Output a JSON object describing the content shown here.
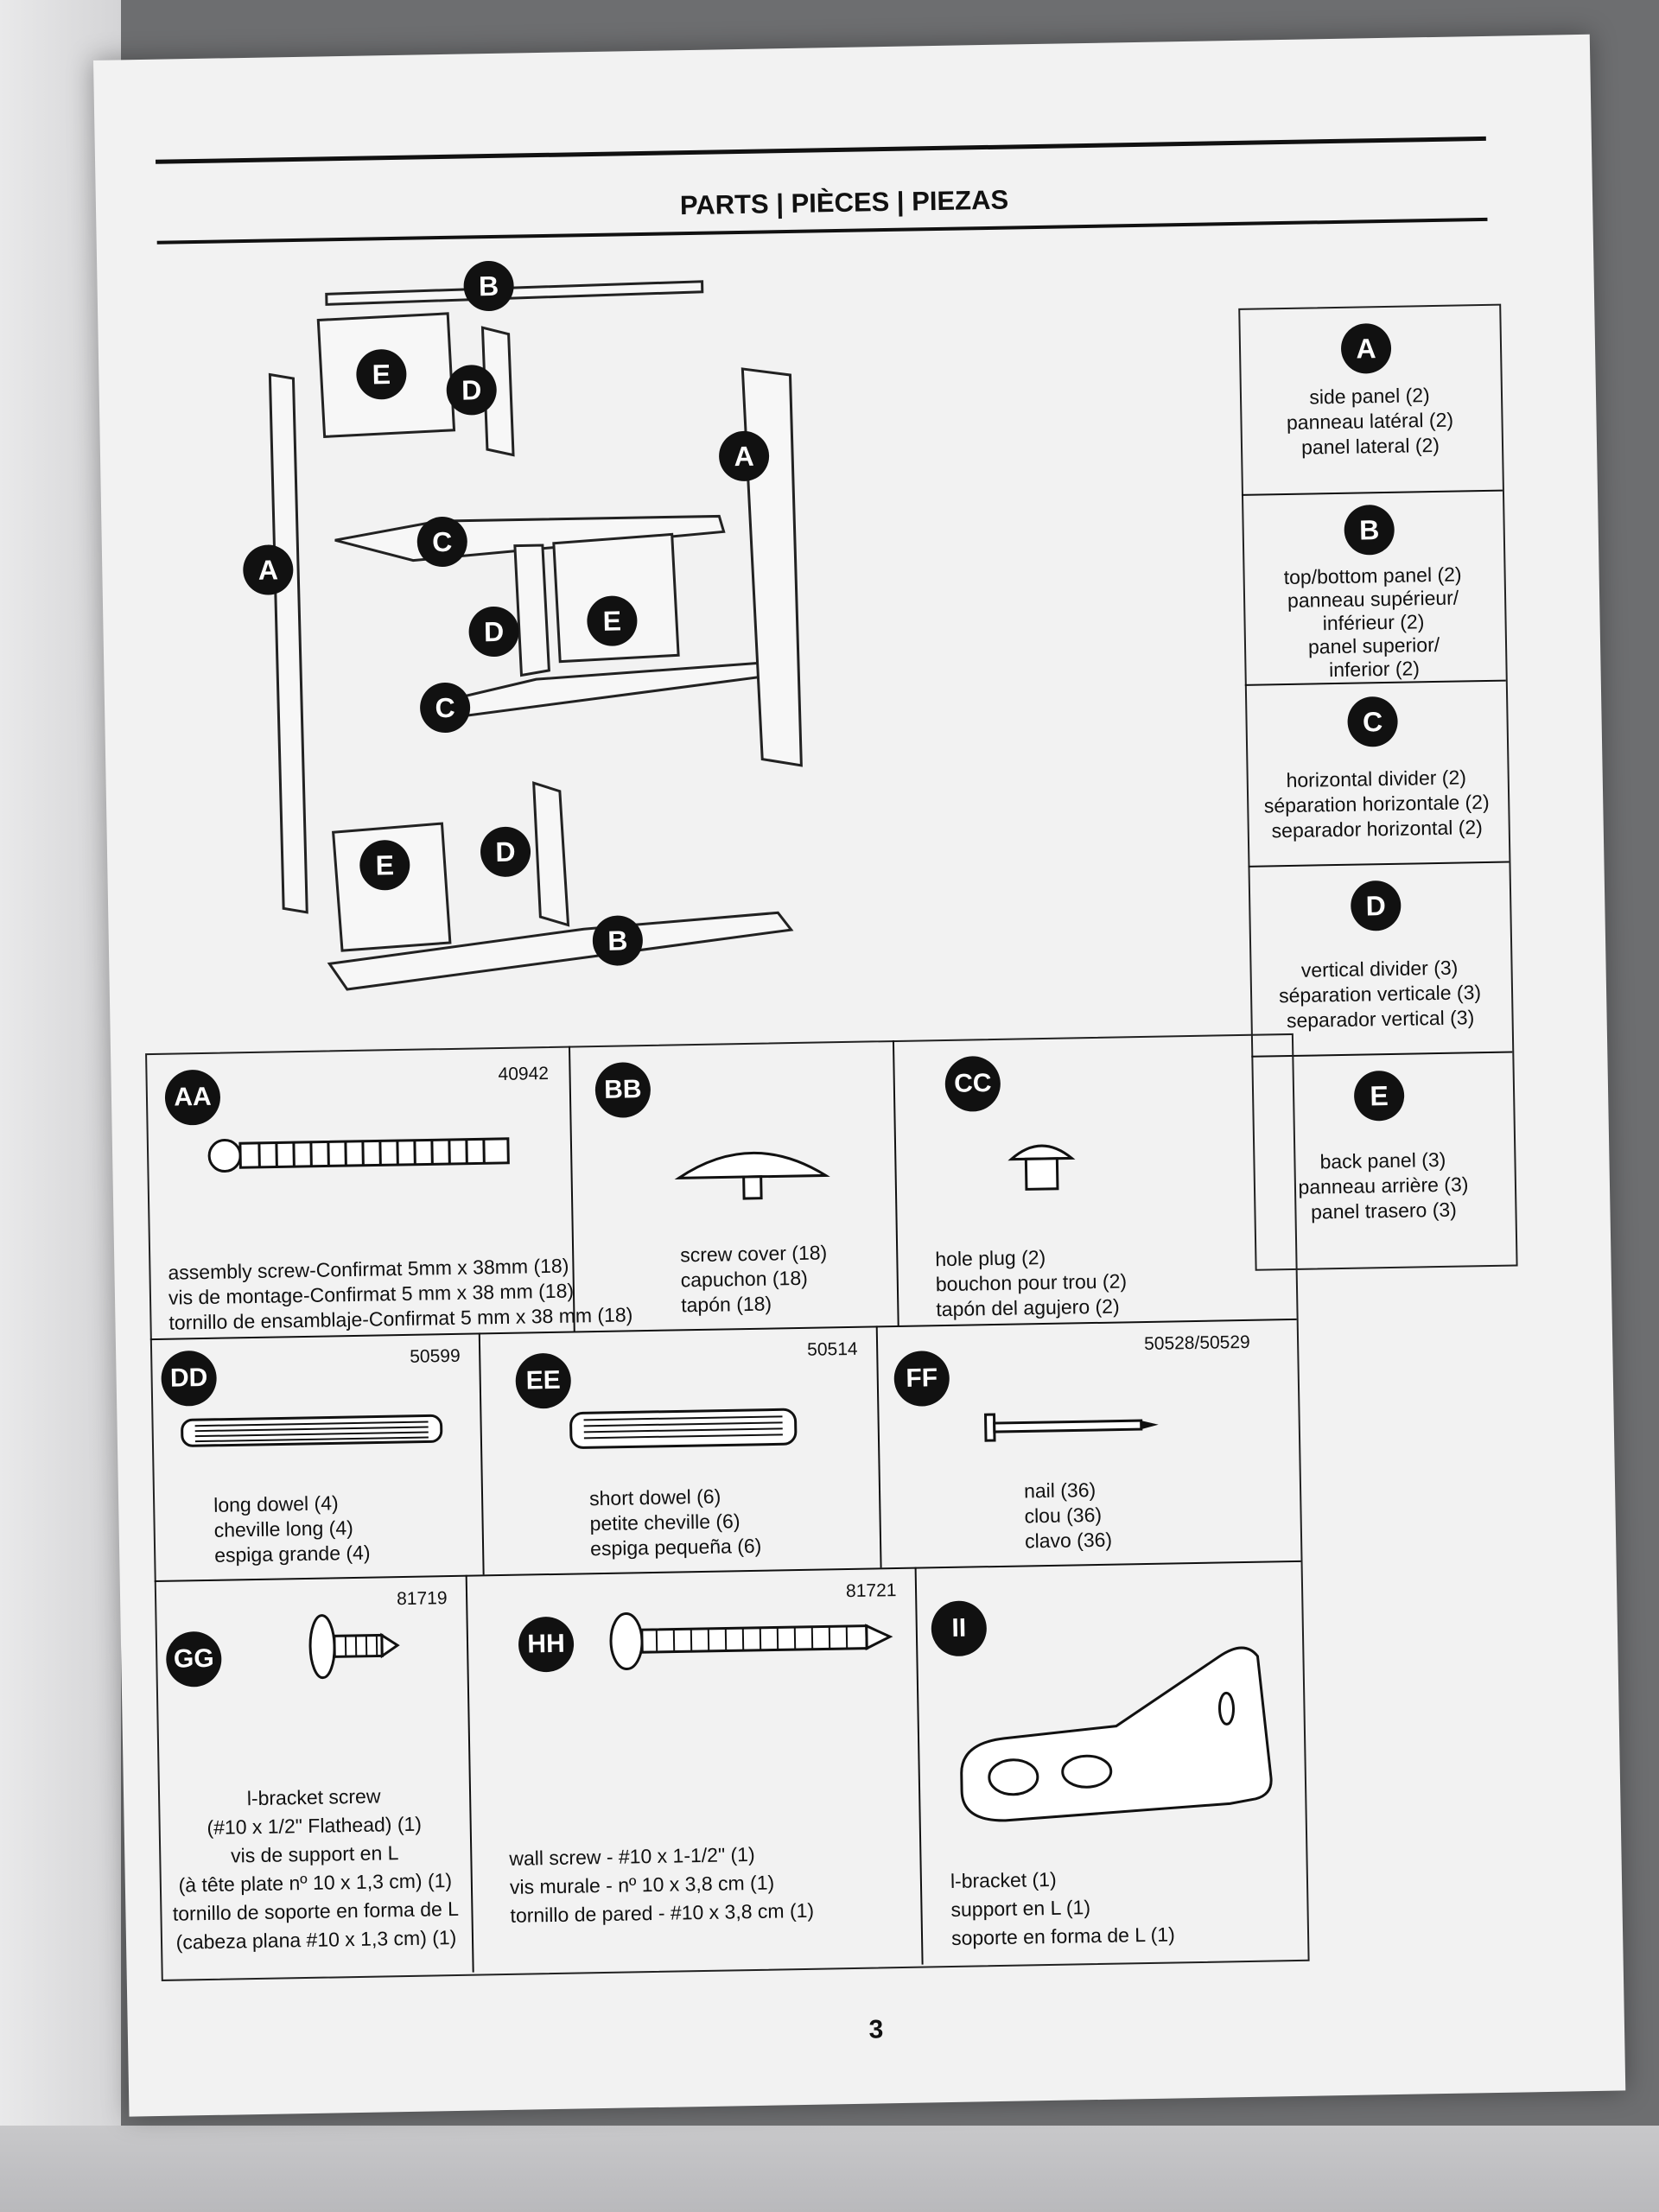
{
  "page": {
    "title": "PARTS | PIÈCES | PIEZAS",
    "page_number": "3"
  },
  "diagram_labels": [
    "A",
    "B",
    "C",
    "D",
    "E"
  ],
  "legend": [
    {
      "letter": "A",
      "lines": [
        "side panel (2)",
        "panneau latéral (2)",
        "panel lateral (2)"
      ]
    },
    {
      "letter": "B",
      "lines": [
        "top/bottom panel (2)",
        "panneau supérieur/",
        "inférieur (2)",
        "panel superior/",
        "inferior (2)"
      ]
    },
    {
      "letter": "C",
      "lines": [
        "horizontal divider (2)",
        "séparation horizontale  (2)",
        "separador horizontal (2)"
      ]
    },
    {
      "letter": "D",
      "lines": [
        "vertical divider (3)",
        "séparation verticale (3)",
        "separador vertical (3)"
      ]
    },
    {
      "letter": "E",
      "lines": [
        "back panel (3)",
        "panneau arrière (3)",
        "panel trasero (3)"
      ]
    }
  ],
  "hardware": {
    "AA": {
      "code": "40942",
      "lines": [
        "assembly screw-Confirmat 5mm x 38mm (18)",
        "vis de montage-Confirmat 5 mm x 38 mm (18)",
        "tornillo de ensamblaje-Confirmat 5 mm x 38 mm (18)"
      ]
    },
    "BB": {
      "code": "",
      "lines": [
        "screw cover (18)",
        "capuchon (18)",
        "tapón (18)"
      ]
    },
    "CC": {
      "code": "",
      "lines": [
        "hole plug (2)",
        "bouchon pour trou (2)",
        "tapón del agujero (2)"
      ]
    },
    "DD": {
      "code": "50599",
      "lines": [
        "long dowel (4)",
        "cheville long (4)",
        "espiga grande (4)"
      ]
    },
    "EE": {
      "code": "50514",
      "lines": [
        "short dowel (6)",
        "petite cheville (6)",
        "espiga pequeña (6)"
      ]
    },
    "FF": {
      "code": "50528/50529",
      "lines": [
        "nail (36)",
        "clou (36)",
        "clavo (36)"
      ]
    },
    "GG": {
      "code": "81719",
      "lines": [
        "l-bracket screw",
        "(#10 x 1/2\" Flathead) (1)",
        "vis de support en L",
        "(à tête plate nº 10 x 1,3 cm) (1)",
        "tornillo de soporte en forma de L",
        "(cabeza plana #10 x 1,3 cm) (1)"
      ]
    },
    "HH": {
      "code": "81721",
      "lines": [
        "wall screw - #10 x 1-1/2\" (1)",
        "vis murale - nº 10 x 3,8 cm  (1)",
        "tornillo de pared - #10 x 3,8 cm (1)"
      ]
    },
    "II": {
      "code": "",
      "lines": [
        "l-bracket (1)",
        "support en L (1)",
        "soporte en forma de L (1)"
      ]
    }
  }
}
